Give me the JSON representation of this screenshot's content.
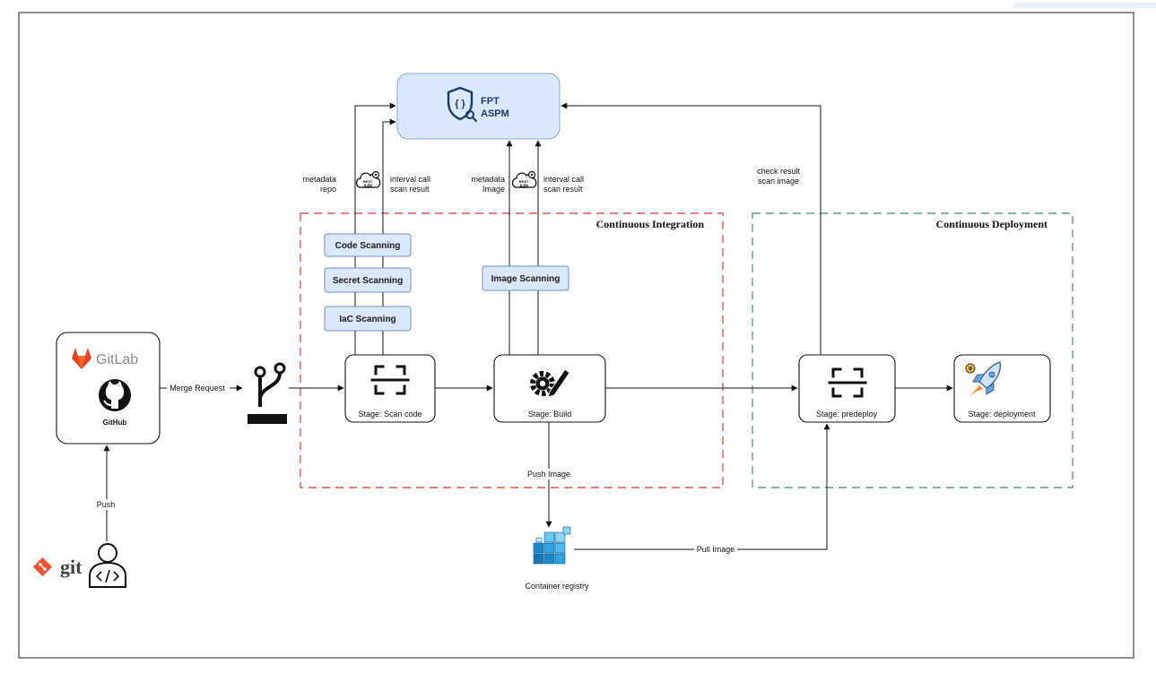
{
  "aspm": {
    "line1": "FPT",
    "line2": "ASPM",
    "icon": "shield-braces-icon"
  },
  "groups": {
    "ci": {
      "title": "Continuous Integration",
      "color": "#e05757"
    },
    "cd": {
      "title": "Continuous Deployment",
      "color": "#5a9e8a"
    }
  },
  "scans": {
    "code": "Code Scanning",
    "secret": "Secret Scanning",
    "iac": "IaC Scanning",
    "image": "Image Scanning"
  },
  "stages": {
    "scan_code": "Stage: Scan code",
    "build": "Stage: Build",
    "predeploy": "Stage: predeploy",
    "deployment": "Stage: deployment"
  },
  "sources": {
    "gitlab": "GitLab",
    "github": "GitHub",
    "git": "git"
  },
  "registry": {
    "label": "Container registry"
  },
  "edges": {
    "merge_request": "Merge Request",
    "push": "Push",
    "push_image": "Push Image",
    "pull_image": "Pull Image",
    "metadata_repo_1": "metadata",
    "metadata_repo_2": "repo",
    "interval_call_1a": "interval call",
    "interval_call_1b": "scan result",
    "metadata_image_1": "metadata",
    "metadata_image_2": "Image",
    "interval_call_2a": "interval call",
    "interval_call_2b": "scan result",
    "check_result_1": "check result",
    "check_result_2": "scan image"
  },
  "api_badge": {
    "top": "REST",
    "bottom": "API"
  },
  "colors": {
    "pill_fill": "#dae8fc",
    "pill_stroke": "#6c8ebf",
    "aspm_fill": "#dae8fc",
    "aspm_text": "#1b3a6b",
    "gitlab_orange": "#e24329",
    "git_red": "#f05033"
  }
}
